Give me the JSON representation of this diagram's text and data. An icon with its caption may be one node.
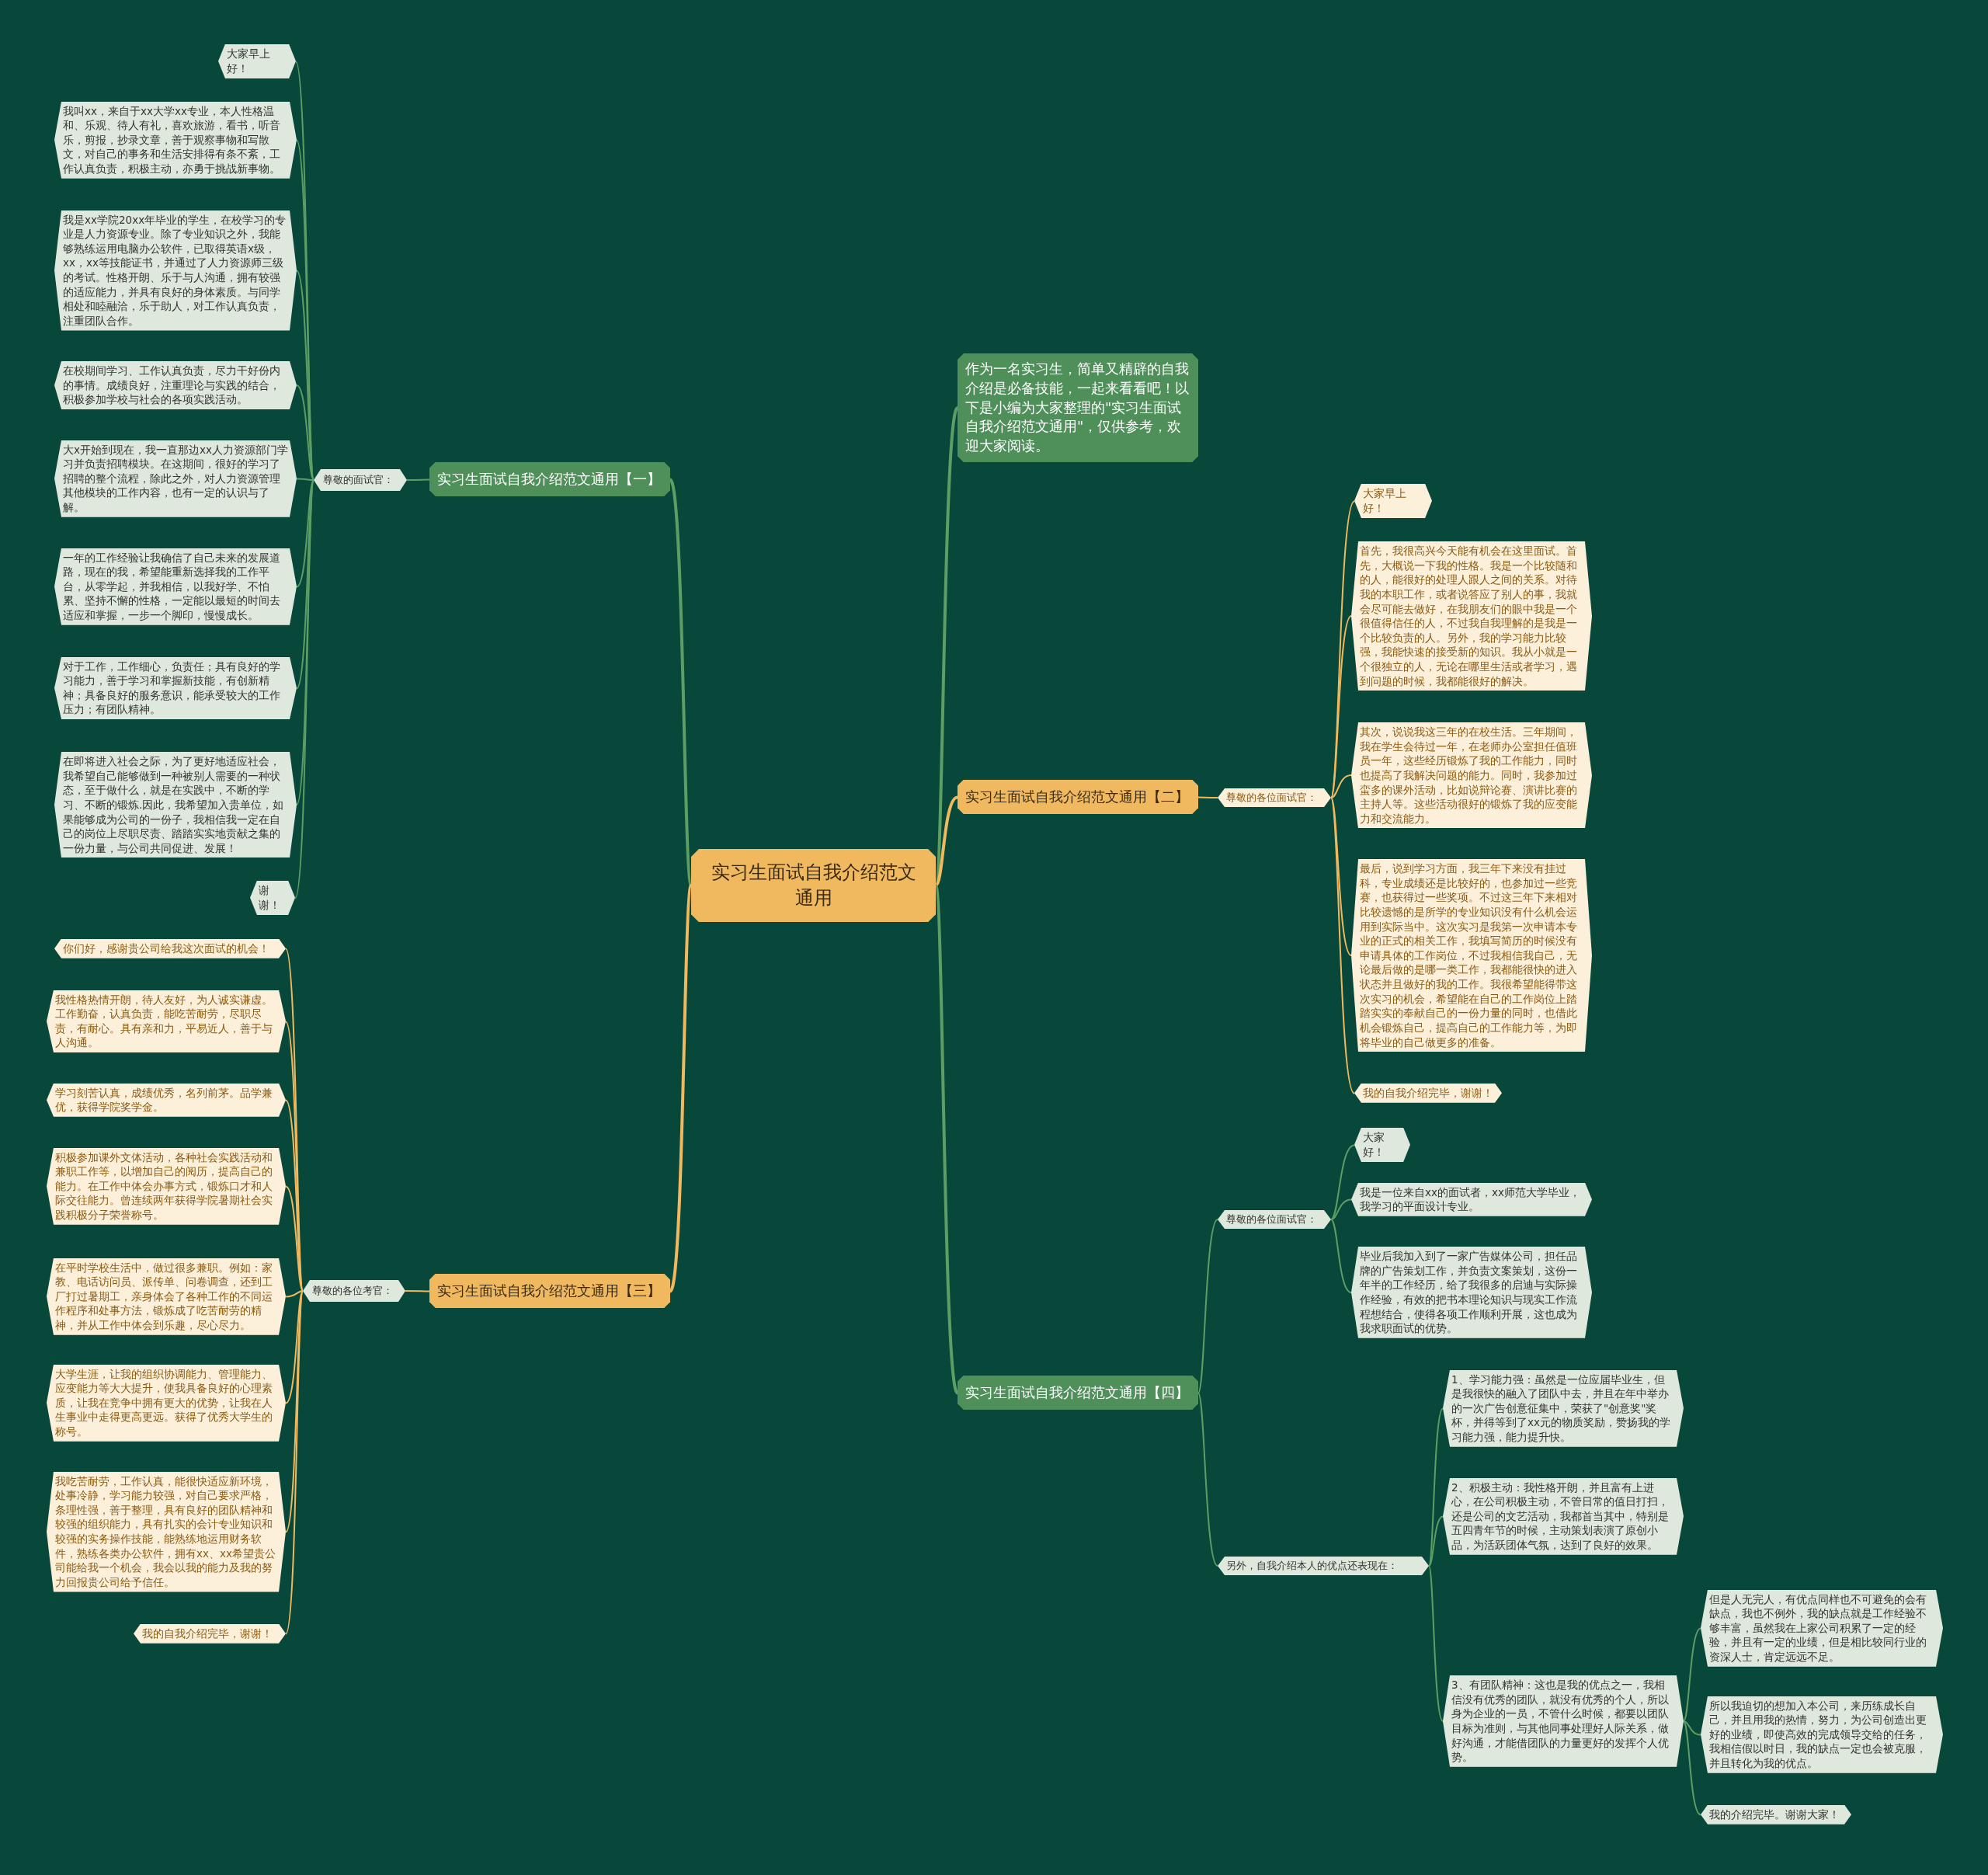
{
  "diagram": {
    "nodes": [
      {
        "text": [
          "实习生面试自我介绍范文通用"
        ]
      },
      {
        "text": [
          "作为一名实习生，简单又精辟的自我介绍是必备技能，一起来看看吧！以下是小编为大家整理的\"实习生面试自我介绍范文通用\"，仅供参考，欢迎大家阅读。"
        ]
      },
      {
        "text": [
          "实习生面试自我介绍范文通用【一】"
        ]
      },
      {
        "text": [
          "尊敬的面试官："
        ]
      },
      {
        "text": [
          "大家早上好！"
        ]
      },
      {
        "text": [
          "我叫xx，来自于xx大学xx专业，本人性格温和、乐观、待人有礼，喜欢旅游，看书，听音乐，剪报，抄录文章，善于观察事物和写散文，对自己的事务和生活安排得有条不紊，工作认真负责，积极主动，亦勇于挑战新事物。"
        ]
      },
      {
        "text": [
          "我是xx学院20xx年毕业的学生，在校学习的专业是人力资源专业。除了专业知识之外，我能够熟练运用电脑办公软件，已取得英语x级，xx，xx等技能证书，并通过了人力资源师三级的考试。性格开朗、乐于与人沟通，拥有较强的适应能力，并具有良好的身体素质。与同学相处和睦融洽，乐于助人，对工作认真负责，注重团队合作。"
        ]
      },
      {
        "text": [
          "在校期间学习、工作认真负责，尽力干好份内的事情。成绩良好，注重理论与实践的结合，积极参加学校与社会的各项实践活动。"
        ]
      },
      {
        "text": [
          "大x开始到现在，我一直那边xx人力资源部门学习并负责招聘模块。在这期间，很好的学习了招聘的整个流程，除此之外，对人力资源管理其他模块的工作内容，也有一定的认识与了解。"
        ]
      },
      {
        "text": [
          "一年的工作经验让我确信了自己未来的发展道路，现在的我，希望能重新选择我的工作平台，从零学起，并我相信，以我好学、不怕累、坚持不懈的性格，一定能以最短的时间去适应和掌握，一步一个脚印，慢慢成长。"
        ]
      },
      {
        "text": [
          "对于工作，工作细心，负责任；具有良好的学习能力，善于学习和掌握新技能，有创新精神；具备良好的服务意识，能承受较大的工作压力；有团队精神。"
        ]
      },
      {
        "text": [
          "在即将进入社会之际，为了更好地适应社会，我希望自己能够做到一种被别人需要的一种状态，至于做什么，就是在实践中，不断的学习、不断的锻炼.因此，我希望加入贵单位，如果能够成为公司的一份子，我相信我一定在自己的岗位上尽职尽责、踏踏实实地贡献之集的一份力量，与公司共同促进、发展！"
        ]
      },
      {
        "text": [
          "谢谢！"
        ]
      },
      {
        "text": [
          "实习生面试自我介绍范文通用【三】"
        ]
      },
      {
        "text": [
          "尊敬的各位考官："
        ]
      },
      {
        "text": [
          "你们好，感谢贵公司给我这次面试的机会！"
        ]
      },
      {
        "text": [
          "我性格热情开朗，待人友好，为人诚实谦虚。工作勤奋，认真负责，能吃苦耐劳，尽职尽责，有耐心。具有亲和力，平易近人，善于与人沟通。"
        ]
      },
      {
        "text": [
          "学习刻苦认真，成绩优秀，名列前茅。品学兼优，获得学院奖学金。"
        ]
      },
      {
        "text": [
          "积极参加课外文体活动，各种社会实践活动和兼职工作等，以增加自己的阅历，提高自己的能力。在工作中体会办事方式，锻炼口才和人际交往能力。曾连续两年获得学院暑期社会实践积极分子荣誉称号。"
        ]
      },
      {
        "text": [
          "在平时学校生活中，做过很多兼职。例如：家教、电话访问员、派传单、问卷调查，还到工厂打过暑期工，亲身体会了各种工作的不同运作程序和处事方法，锻炼成了吃苦耐劳的精神，并从工作中体会到乐趣，尽心尽力。"
        ]
      },
      {
        "text": [
          "大学生涯，让我的组织协调能力、管理能力、应变能力等大大提升，使我具备良好的心理素质，让我在竞争中拥有更大的优势，让我在人生事业中走得更高更远。获得了优秀大学生的称号。"
        ]
      },
      {
        "text": [
          "我吃苦耐劳，工作认真，能很快适应新环境，处事冷静，学习能力较强，对自己要求严格，条理性强，善于整理，具有良好的团队精神和较强的组织能力，具有扎实的会计专业知识和较强的实务操作技能，能熟练地运用财务软件，熟练各类办公软件，拥有xx、xx希望贵公司能给我一个机会，我会以我的能力及我的努力回报贵公司给予信任。"
        ]
      },
      {
        "text": [
          "我的自我介绍完毕，谢谢！"
        ]
      },
      {
        "text": [
          "实习生面试自我介绍范文通用【二】"
        ]
      },
      {
        "text": [
          "尊敬的各位面试官："
        ]
      },
      {
        "text": [
          "大家早上好！"
        ]
      },
      {
        "text": [
          "首先，我很高兴今天能有机会在这里面试。首先，大概说一下我的性格。我是一个比较随和的人，能很好的处理人跟人之间的关系。对待我的本职工作，或者说答应了别人的事，我就会尽可能去做好，在我朋友们的眼中我是一个很值得信任的人，不过我自我理解的是我是一个比较负责的人。另外，我的学习能力比较强，我能快速的接受新的知识。我从小就是一个很独立的人，无论在哪里生活或者学习，遇到问题的时候，我都能很好的解决。"
        ]
      },
      {
        "text": [
          "其次，说说我这三年的在校生活。三年期间，我在学生会待过一年，在老师办公室担任值班员一年，这些经历锻炼了我的工作能力，同时也提高了我解决问题的能力。同时，我参加过蛮多的课外活动，比如说辩论赛、演讲比赛的主持人等。这些活动很好的锻炼了我的应变能力和交流能力。"
        ]
      },
      {
        "text": [
          "最后，说到学习方面，我三年下来没有挂过科，专业成绩还是比较好的，也参加过一些竞赛，也获得过一些奖项。不过这三年下来相对比较遗憾的是所学的专业知识没有什么机会运用到实际当中。这次实习是我第一次申请本专业的正式的相关工作，我填写简历的时候没有申请具体的工作岗位，不过我相信我自己，无论最后做的是哪一类工作，我都能很快的进入状态并且做好的我的工作。我很希望能得带这次实习的机会，希望能在自己的工作岗位上踏踏实实的奉献自己的一份力量的同时，也借此机会锻炼自己，提高自己的工作能力等，为即将毕业的自己做更多的准备。"
        ]
      },
      {
        "text": [
          "我的自我介绍完毕，谢谢！"
        ]
      },
      {
        "text": [
          "实习生面试自我介绍范文通用【四】"
        ]
      },
      {
        "text": [
          "尊敬的各位面试官："
        ]
      },
      {
        "text": [
          "大家好！"
        ]
      },
      {
        "text": [
          "我是一位来自xx的面试者，xx师范大学毕业，我学习的平面设计专业。"
        ]
      },
      {
        "text": [
          "毕业后我加入到了一家广告媒体公司，担任品牌的广告策划工作，并负责文案策划，这份一年半的工作经历，给了我很多的启迪与实际操作经验，有效的把书本理论知识与现实工作流程想结合，使得各项工作顺利开展，这也成为我求职面试的优势。"
        ]
      },
      {
        "text": [
          "另外，自我介绍本人的优点还表现在："
        ]
      },
      {
        "text": [
          "1、学习能力强：虽然是一位应届毕业生，但是我很快的融入了团队中去，并且在年中举办的一次广告创意征集中，荣获了\"创意奖\"奖杯，并得等到了xx元的物质奖励，赞扬我的学习能力强，能力提升快。"
        ]
      },
      {
        "text": [
          "2、积极主动：我性格开朗，并且富有上进心，在公司积极主动，不管日常的值日打扫，还是公司的文艺活动，我都首当其中，特别是五四青年节的时候，主动策划表演了原创小品，为活跃团体气氛，达到了良好的效果。"
        ]
      },
      {
        "text": [
          "3、有团队精神：这也是我的优点之一，我相信没有优秀的团队，就没有优秀的个人，所以身为企业的一员，不管什么时候，都要以团队目标为准则，与其他同事处理好人际关系，做好沟通，才能借团队的力量更好的发挥个人优势。"
        ]
      },
      {
        "text": [
          "但是人无完人，有优点同样也不可避免的会有缺点，我也不例外，我的缺点就是工作经验不够丰富，虽然我在上家公司积累了一定的经验，并且有一定的业绩，但是相比较同行业的资深人士，肯定远远不足。"
        ]
      },
      {
        "text": [
          "所以我迫切的想加入本公司，来历练成长自己，并且用我的热情，努力，为公司创造出更好的业绩，即使高效的完成领导交给的任务，我相信假以时日，我的缺点一定也会被克服，并且转化为我的优点。"
        ]
      },
      {
        "text": [
          "我的介绍完毕。谢谢大家！"
        ]
      }
    ],
    "edges": [
      {
        "from": 0,
        "to": 1,
        "arrow": "none"
      },
      {
        "from": 0,
        "to": 2,
        "arrow": "none"
      },
      {
        "from": 0,
        "to": 13,
        "arrow": "none",
        "color": "#f0b960"
      },
      {
        "from": 0,
        "to": 23,
        "arrow": "none",
        "color": "#f0b960"
      },
      {
        "from": 0,
        "to": 30,
        "arrow": "none"
      },
      {
        "from": 2,
        "to": 3,
        "arrow": "none"
      },
      {
        "from": 3,
        "to": 4,
        "arrow": "none"
      },
      {
        "from": 3,
        "to": 5,
        "arrow": "none"
      },
      {
        "from": 3,
        "to": 6,
        "arrow": "none"
      },
      {
        "from": 3,
        "to": 7,
        "arrow": "none"
      },
      {
        "from": 3,
        "to": 8,
        "arrow": "none"
      },
      {
        "from": 3,
        "to": 9,
        "arrow": "none"
      },
      {
        "from": 3,
        "to": 10,
        "arrow": "none"
      },
      {
        "from": 3,
        "to": 11,
        "arrow": "none"
      },
      {
        "from": 3,
        "to": 12,
        "arrow": "none"
      },
      {
        "from": 13,
        "to": 14,
        "arrow": "none",
        "color": "#f0b960"
      },
      {
        "from": 14,
        "to": 15,
        "arrow": "none",
        "color": "#f0b960"
      },
      {
        "from": 14,
        "to": 16,
        "arrow": "none",
        "color": "#f0b960"
      },
      {
        "from": 14,
        "to": 17,
        "arrow": "none",
        "color": "#f0b960"
      },
      {
        "from": 14,
        "to": 18,
        "arrow": "none",
        "color": "#f0b960"
      },
      {
        "from": 14,
        "to": 19,
        "arrow": "none",
        "color": "#f0b960"
      },
      {
        "from": 14,
        "to": 20,
        "arrow": "none",
        "color": "#f0b960"
      },
      {
        "from": 14,
        "to": 21,
        "arrow": "none",
        "color": "#f0b960"
      },
      {
        "from": 14,
        "to": 22,
        "arrow": "none",
        "color": "#f0b960"
      },
      {
        "from": 23,
        "to": 24,
        "arrow": "none",
        "color": "#f0b960"
      },
      {
        "from": 24,
        "to": 25,
        "arrow": "none",
        "color": "#f0b960"
      },
      {
        "from": 24,
        "to": 26,
        "arrow": "none",
        "color": "#f0b960"
      },
      {
        "from": 24,
        "to": 27,
        "arrow": "none",
        "color": "#f0b960"
      },
      {
        "from": 24,
        "to": 28,
        "arrow": "none",
        "color": "#f0b960"
      },
      {
        "from": 24,
        "to": 29,
        "arrow": "none",
        "color": "#f0b960"
      },
      {
        "from": 30,
        "to": 31,
        "arrow": "none"
      },
      {
        "from": 30,
        "to": 35,
        "arrow": "none"
      },
      {
        "from": 31,
        "to": 32,
        "arrow": "none"
      },
      {
        "from": 31,
        "to": 33,
        "arrow": "none"
      },
      {
        "from": 31,
        "to": 34,
        "arrow": "none"
      },
      {
        "from": 35,
        "to": 36,
        "arrow": "none"
      },
      {
        "from": 35,
        "to": 37,
        "arrow": "none"
      },
      {
        "from": 35,
        "to": 38,
        "arrow": "none"
      },
      {
        "from": 38,
        "to": 39,
        "arrow": "none"
      },
      {
        "from": 38,
        "to": 40,
        "arrow": "none"
      },
      {
        "from": 38,
        "to": 41,
        "arrow": "none"
      }
    ]
  }
}
